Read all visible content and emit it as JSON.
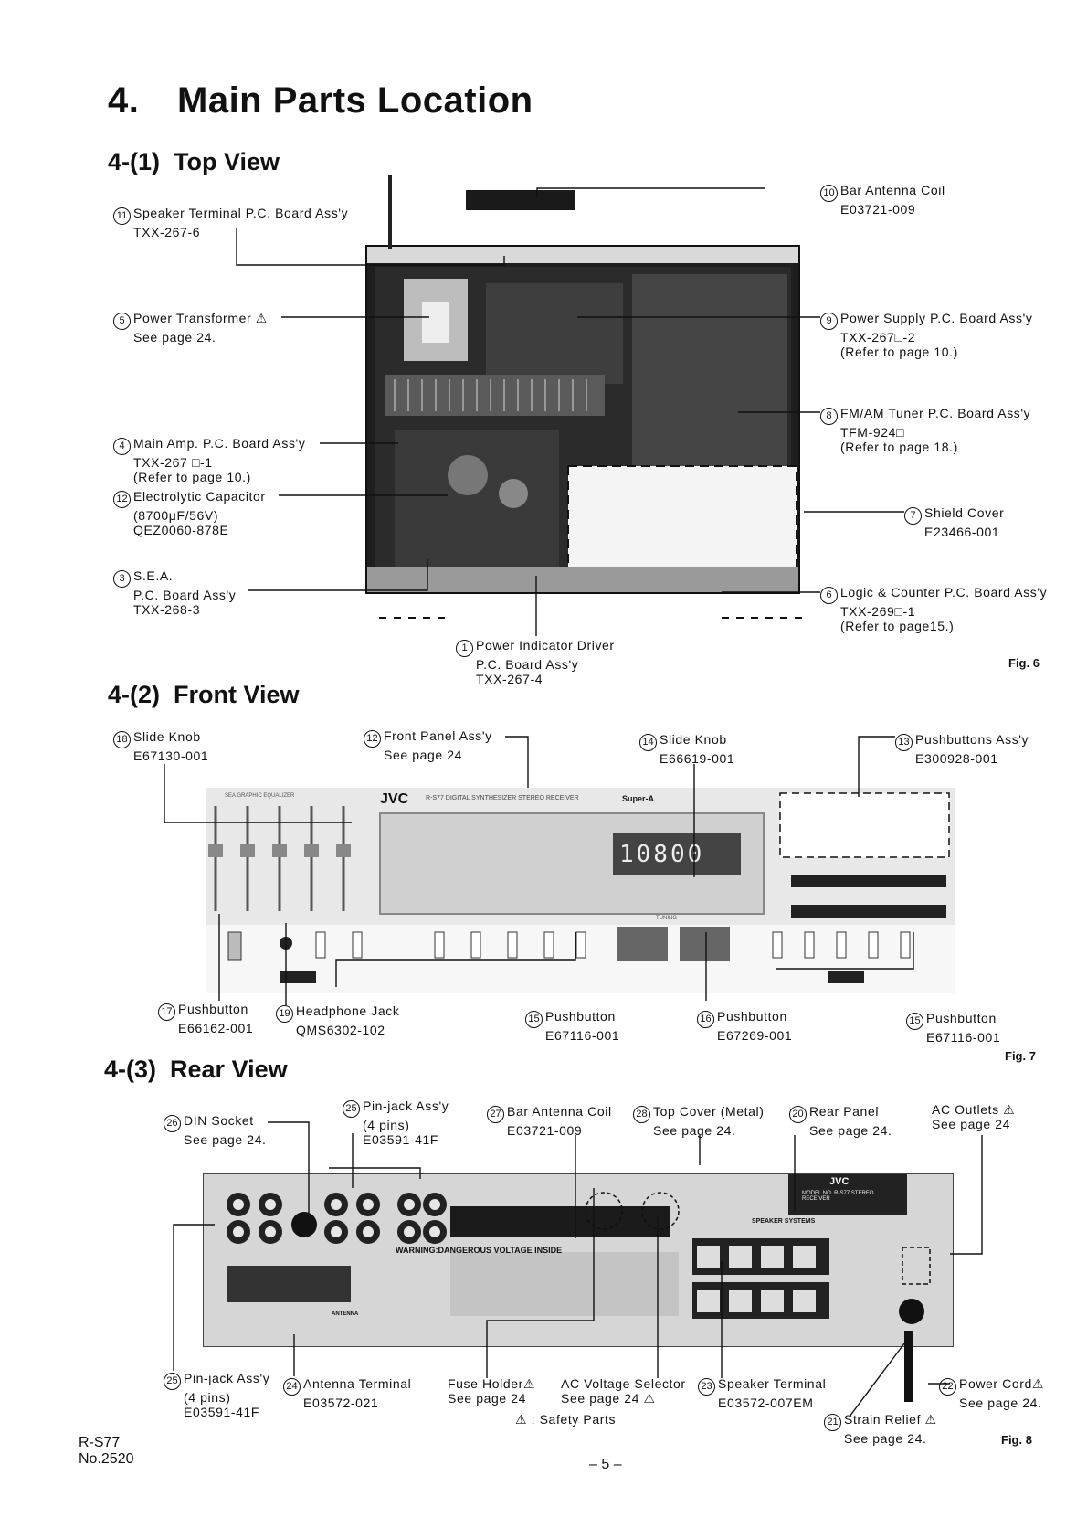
{
  "title": {
    "num": "4.",
    "text": "Main Parts Location"
  },
  "sections": {
    "top": {
      "num": "4-(1)",
      "text": "Top View",
      "fig": "Fig. 6"
    },
    "front": {
      "num": "4-(2)",
      "text": "Front View",
      "fig": "Fig. 7"
    },
    "rear": {
      "num": "4-(3)",
      "text": "Rear View",
      "fig": "Fig. 8"
    }
  },
  "top_labels": {
    "l10": {
      "n": "10",
      "lines": [
        "Bar Antenna Coil",
        "E03721-009"
      ]
    },
    "l11": {
      "n": "11",
      "lines": [
        "Speaker Terminal P.C. Board Ass'y",
        "TXX-267-6"
      ]
    },
    "l5": {
      "n": "5",
      "lines": [
        "Power Transformer ⚠",
        "See page 24."
      ]
    },
    "l9": {
      "n": "9",
      "lines": [
        "Power Supply P.C. Board Ass'y",
        "TXX-267□-2",
        "(Refer to page 10.)"
      ]
    },
    "l8": {
      "n": "8",
      "lines": [
        "FM/AM Tuner P.C. Board Ass'y",
        "TFM-924□",
        "(Refer to page 18.)"
      ]
    },
    "l4": {
      "n": "4",
      "lines": [
        "Main Amp. P.C. Board Ass'y",
        "TXX-267 □-1",
        "(Refer to page 10.)"
      ]
    },
    "l12": {
      "n": "12",
      "lines": [
        "Electrolytic Capacitor",
        "(8700μF/56V)",
        "QEZ0060-878E"
      ]
    },
    "l7": {
      "n": "7",
      "lines": [
        "Shield Cover",
        "E23466-001"
      ]
    },
    "l3": {
      "n": "3",
      "lines": [
        "S.E.A.",
        "P.C. Board Ass'y",
        "TXX-268-3"
      ]
    },
    "l6": {
      "n": "6",
      "lines": [
        "Logic & Counter P.C. Board Ass'y",
        "TXX-269□-1",
        "(Refer to page15.)"
      ]
    },
    "l1": {
      "n": "1",
      "lines": [
        "Power Indicator Driver",
        "P.C. Board Ass'y",
        "TXX-267-4"
      ]
    }
  },
  "front_labels": {
    "l18": {
      "n": "18",
      "lines": [
        "Slide Knob",
        "E67130-001"
      ]
    },
    "l12": {
      "n": "12",
      "lines": [
        "Front Panel Ass'y",
        "See page 24"
      ]
    },
    "l14": {
      "n": "14",
      "lines": [
        "Slide Knob",
        "E66619-001"
      ]
    },
    "l13": {
      "n": "13",
      "lines": [
        "Pushbuttons Ass'y",
        "E300928-001"
      ]
    },
    "l17": {
      "n": "17",
      "lines": [
        "Pushbutton",
        "E66162-001"
      ]
    },
    "l19": {
      "n": "19",
      "lines": [
        "Headphone Jack",
        "QMS6302-102"
      ]
    },
    "l15a": {
      "n": "15",
      "lines": [
        "Pushbutton",
        "E67116-001"
      ]
    },
    "l16": {
      "n": "16",
      "lines": [
        "Pushbutton",
        "E67269-001"
      ]
    },
    "l15b": {
      "n": "15",
      "lines": [
        "Pushbutton",
        "E67116-001"
      ]
    }
  },
  "front_panel_text": {
    "brand": "JVC",
    "model": "R-S77  DIGITAL SYNTHESIZER STEREO RECEIVER",
    "badge": "Super-A",
    "display": "10800",
    "eq": "SEA GRAPHIC EQUALIZER",
    "tuning": "TUNING"
  },
  "rear_labels": {
    "l26": {
      "n": "26",
      "lines": [
        "DIN Socket",
        "See page 24."
      ]
    },
    "l25a": {
      "n": "25",
      "lines": [
        "Pin-jack Ass'y",
        "(4 pins)",
        "E03591-41F"
      ]
    },
    "l27": {
      "n": "27",
      "lines": [
        "Bar Antenna Coil",
        "E03721-009"
      ]
    },
    "l28": {
      "n": "28",
      "lines": [
        "Top Cover (Metal)",
        "See page 24."
      ]
    },
    "l20": {
      "n": "20",
      "lines": [
        "Rear Panel",
        "See page 24."
      ]
    },
    "lac": {
      "n": "",
      "lines": [
        "AC Outlets ⚠",
        "See page 24"
      ]
    },
    "l25b": {
      "n": "25",
      "lines": [
        "Pin-jack Ass'y",
        "(4 pins)",
        "E03591-41F"
      ]
    },
    "l24": {
      "n": "24",
      "lines": [
        "Antenna Terminal",
        "E03572-021"
      ]
    },
    "lfuse": {
      "n": "",
      "lines": [
        "Fuse Holder⚠",
        "See page 24"
      ]
    },
    "lvolt": {
      "n": "",
      "lines": [
        "AC Voltage Selector",
        "See page 24   ⚠"
      ]
    },
    "l23": {
      "n": "23",
      "lines": [
        "Speaker Terminal",
        "E03572-007EM"
      ]
    },
    "l22": {
      "n": "22",
      "lines": [
        "Power Cord⚠",
        "See page 24."
      ]
    },
    "l21": {
      "n": "21",
      "lines": [
        "Strain Relief ⚠",
        "See page 24."
      ]
    },
    "safety": "⚠ : Safety Parts"
  },
  "rear_panel_text": {
    "brand": "JVC",
    "plate": "MODEL NO. R-S77  STEREO RECEIVER",
    "warning": "WARNING:DANGEROUS VOLTAGE INSIDE",
    "speaker": "SPEAKER SYSTEMS",
    "antenna": "ANTENNA"
  },
  "footer": {
    "model": "R-S77",
    "doc": "No.2520",
    "page": "– 5 –"
  }
}
